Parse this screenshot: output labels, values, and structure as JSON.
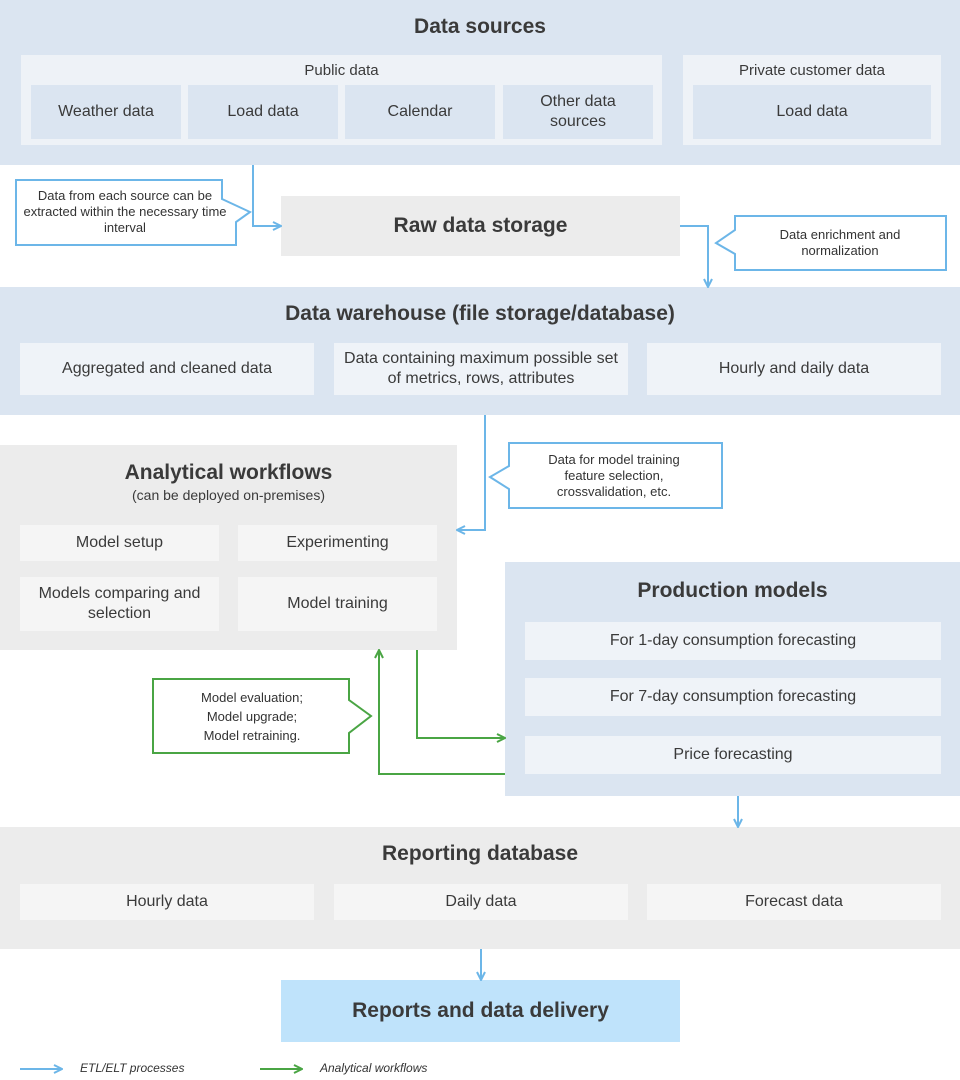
{
  "data_sources": {
    "title": "Data sources",
    "public": {
      "title": "Public data",
      "items": [
        "Weather data",
        "Load data",
        "Calendar",
        "Other data sources"
      ]
    },
    "private": {
      "title": "Private customer data",
      "items": [
        "Load data"
      ]
    }
  },
  "notes": {
    "extract": "Data from each source can be extracted within the necessary time interval",
    "enrich": "Data enrichment and normalization",
    "training": "Data for model training feature selection, crossvalidation, etc.",
    "evaluation": "Model evaluation; Model upgrade; Model retraining."
  },
  "raw_storage": {
    "title": "Raw data storage"
  },
  "warehouse": {
    "title": "Data warehouse (file storage/database)",
    "items": [
      "Aggregated and cleaned data",
      "Data containing maximum possible set of metrics, rows, attributes",
      "Hourly and daily data"
    ]
  },
  "analytical": {
    "title": "Analytical workflows",
    "subtitle": "(can be deployed on-premises)",
    "items": [
      "Model setup",
      "Experimenting",
      "Models comparing and selection",
      "Model training"
    ]
  },
  "production": {
    "title": "Production models",
    "items": [
      "For 1-day consumption forecasting",
      "For 7-day consumption forecasting",
      "Price forecasting"
    ]
  },
  "reporting": {
    "title": "Reporting database",
    "items": [
      "Hourly data",
      "Daily data",
      "Forecast data"
    ]
  },
  "reports": {
    "title": "Reports and data delivery"
  },
  "legend": {
    "etl": "ETL/ELT processes",
    "analytical": "Analytical workflows"
  },
  "colors": {
    "etl_arrow": "#6cb6e8",
    "analytical_arrow": "#4aa544"
  }
}
